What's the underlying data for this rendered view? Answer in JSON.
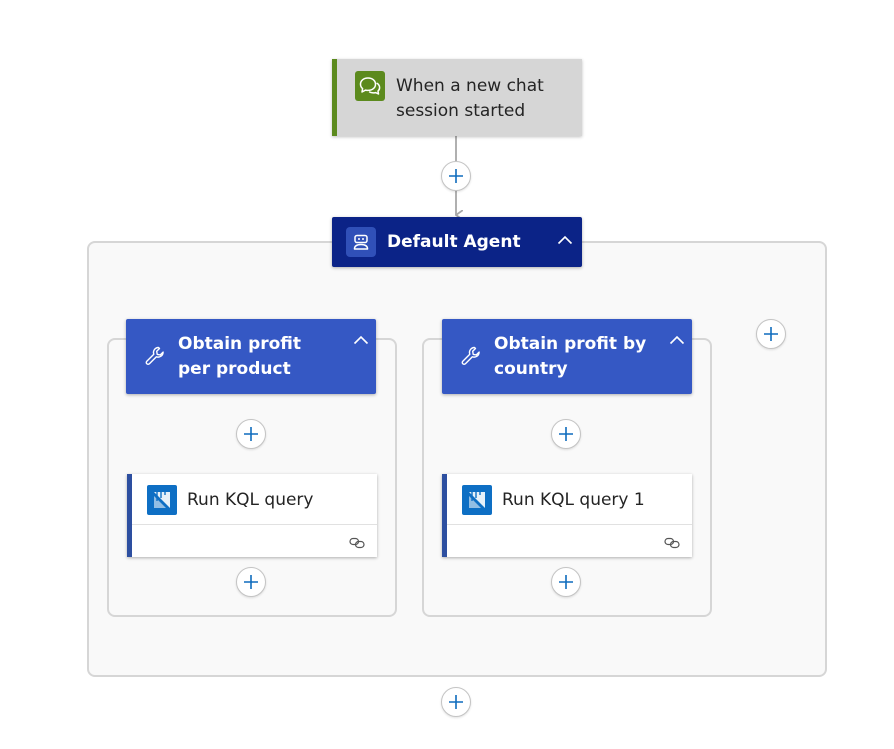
{
  "trigger": {
    "title": "When a new chat session started",
    "icon": "chat-bubbles-icon",
    "accent": "#5c8a1e"
  },
  "agent": {
    "title": "Default Agent",
    "icon": "bot-icon",
    "color": "#0b2387",
    "collapse_icon": "chevron-up-icon"
  },
  "tools": [
    {
      "title": "Obtain profit per product",
      "icon": "wrench-icon",
      "color": "#3558c4"
    },
    {
      "title": "Obtain profit by country",
      "icon": "wrench-icon",
      "color": "#3558c4"
    }
  ],
  "actions": [
    {
      "title": "Run KQL query",
      "icon": "kql-icon",
      "footer_icon": "link-icon"
    },
    {
      "title": "Run KQL query 1",
      "icon": "kql-icon",
      "footer_icon": "link-icon"
    }
  ],
  "colors": {
    "add_plus": "#0f6cbd",
    "connector": "#a8a8a8"
  }
}
